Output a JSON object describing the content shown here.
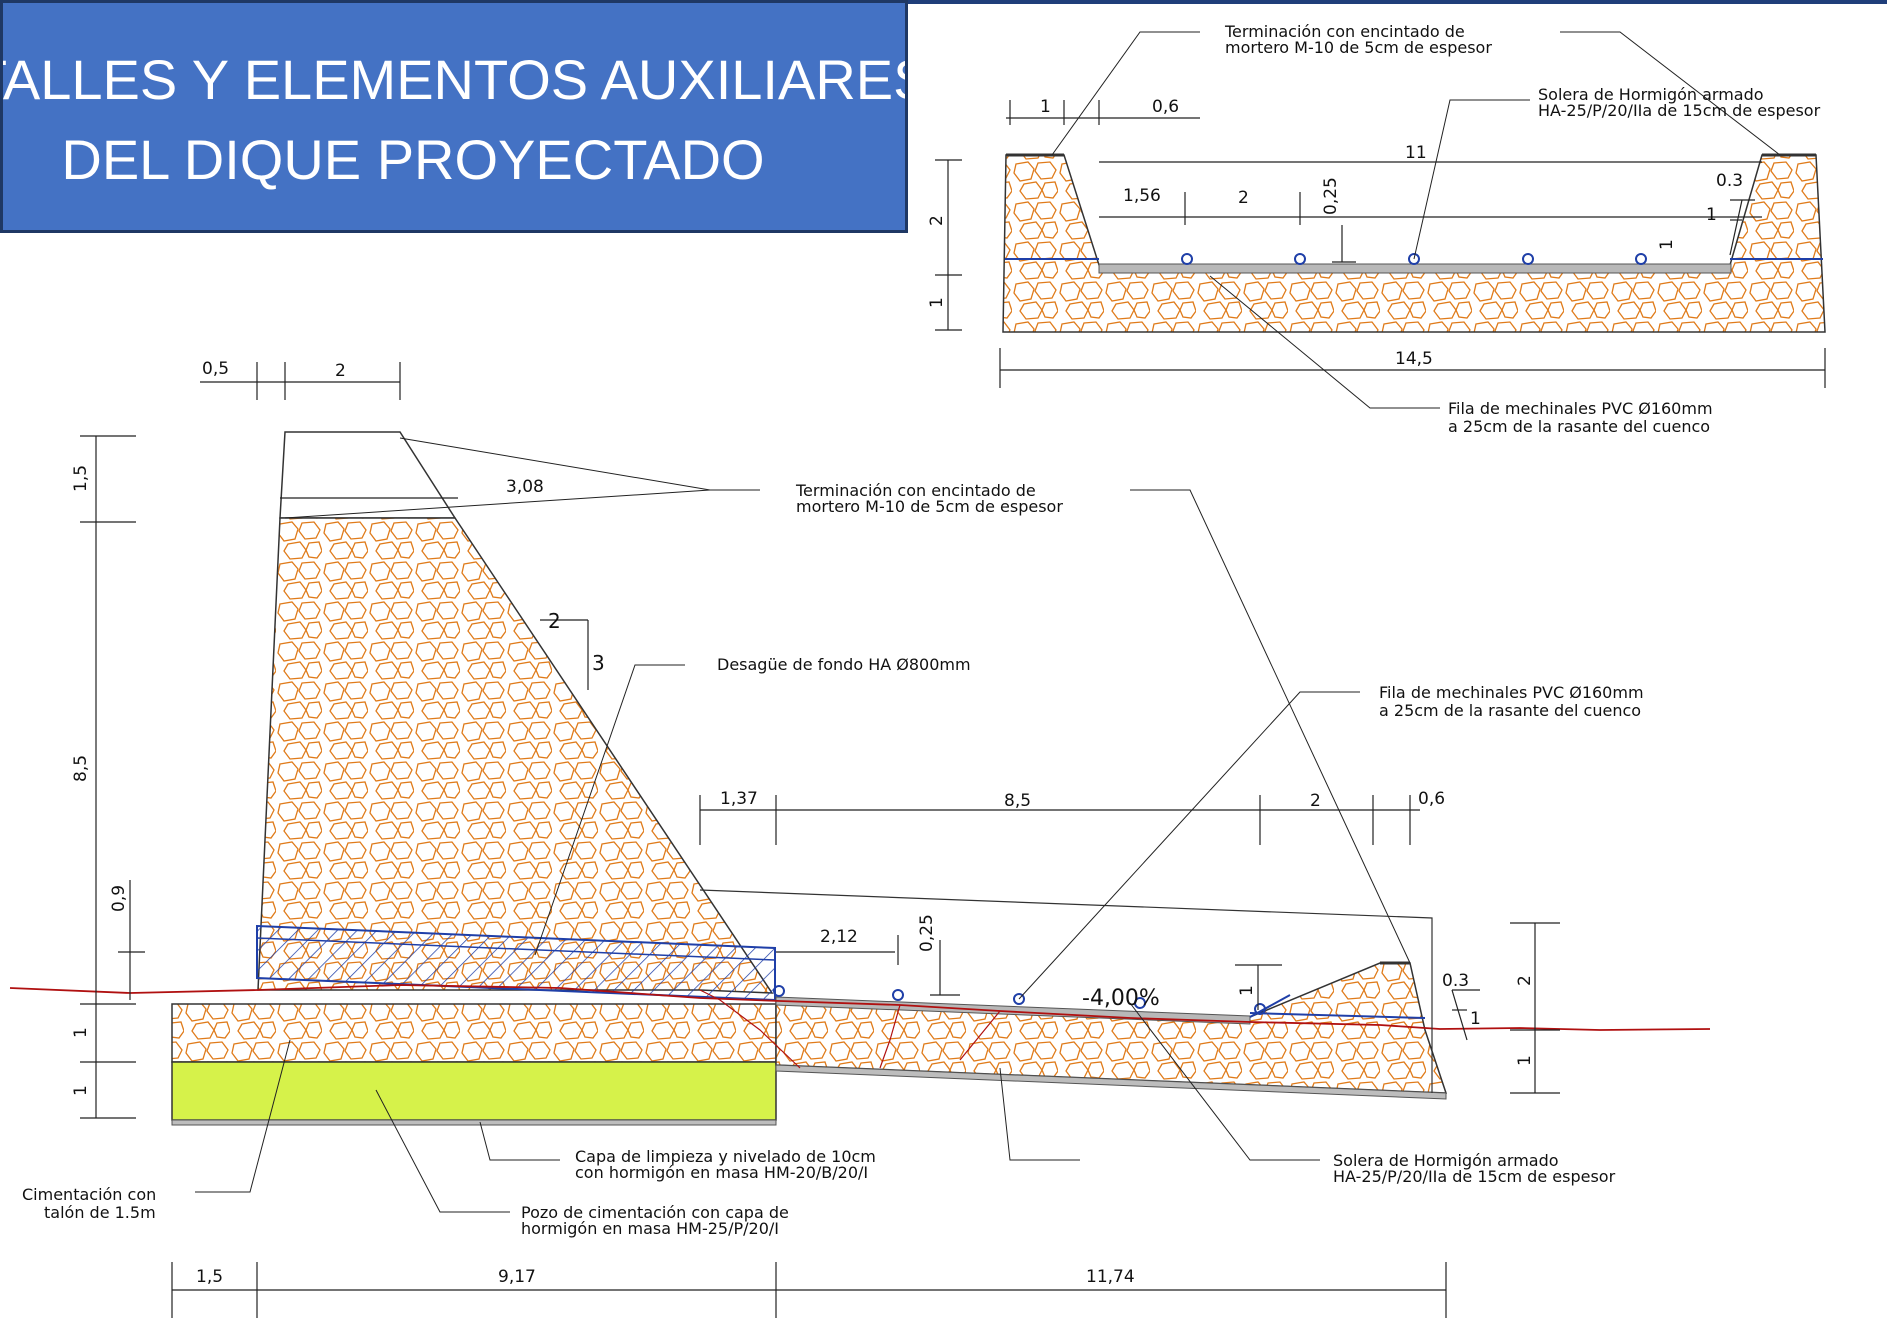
{
  "slide": {
    "title_line1": "ETALLES Y ELEMENTOS AUXILIARES",
    "title_line2": "DEL DIQUE PROYECTADO",
    "title_bg": "#4472c4",
    "title_border": "#1f3864",
    "accent_stone": "#e07b1a",
    "accent_blue": "#1f3fa8",
    "accent_green": "#d6f24a",
    "terrain_red": "#b01010"
  },
  "section_top": {
    "dims": {
      "d1": "1",
      "d06": "0,6",
      "d11": "11",
      "d156": "1,56",
      "d2": "2",
      "d025": "0,25",
      "d03": "0.3",
      "d1slope": "1",
      "d1slope2": "1",
      "dv2": "2",
      "dv1": "1",
      "d145": "14,5"
    },
    "labels": {
      "term_l1": "Terminación con encintado de",
      "term_l2": "mortero M-10 de 5cm de espesor",
      "solera_l1": "Solera de Hormigón armado",
      "solera_l2": "HA-25/P/20/IIa de 15cm de espesor",
      "mech_l1": "Fila de mechinales PVC Ø160mm",
      "mech_l2": "a 25cm de la rasante del cuenco"
    }
  },
  "section_main": {
    "dims": {
      "d05": "0,5",
      "d2top": "2",
      "d308": "3,08",
      "dv15": "1,5",
      "dv85": "8,5",
      "dv09": "0,9",
      "dv1a": "1",
      "dv1b": "1",
      "slope2": "2",
      "slope3": "3",
      "d137": "1,37",
      "d85": "8,5",
      "d2r": "2",
      "d06r": "0,6",
      "d212": "2,12",
      "dv025": "0,25",
      "dv1c": "1",
      "d03r": "0.3",
      "d1r": "1",
      "dv2r": "2",
      "dv1r": "1",
      "slope_pct": "-4,00%",
      "b15": "1,5",
      "b917": "9,17",
      "b1174": "11,74"
    },
    "labels": {
      "term_l1": "Terminación con encintado de",
      "term_l2": "mortero M-10 de 5cm de espesor",
      "desague": "Desagüe de fondo HA Ø800mm",
      "mech_l1": "Fila de mechinales PVC Ø160mm",
      "mech_l2": "a 25cm de la rasante del cuenco",
      "limpieza_l1": "Capa de limpieza y nivelado de 10cm",
      "limpieza_l2": "con hormigón en masa HM-20/B/20/I",
      "solera_l1": "Solera de Hormigón armado",
      "solera_l2": "HA-25/P/20/IIa de 15cm de espesor",
      "ciment_l1": "Cimentación con",
      "ciment_l2": "talón de 1.5m",
      "pozo_l1": "Pozo de cimentación con capa de",
      "pozo_l2": "hormigón en masa HM-25/P/20/I"
    }
  }
}
